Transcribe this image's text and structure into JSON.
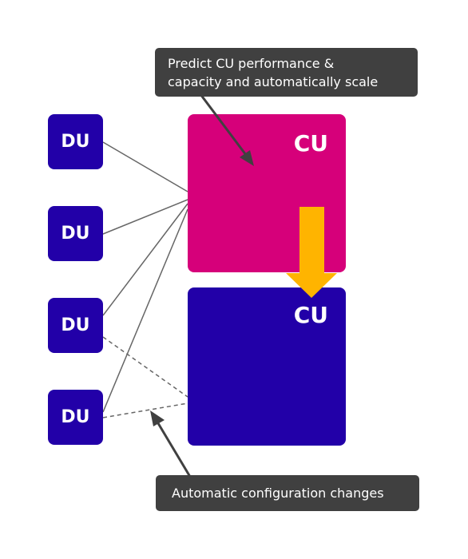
{
  "du_nodes": [
    {
      "label": "DU"
    },
    {
      "label": "DU"
    },
    {
      "label": "DU"
    },
    {
      "label": "DU"
    }
  ],
  "cu_top": {
    "label": "CU",
    "color": "#d6007a"
  },
  "cu_bottom": {
    "label": "CU",
    "color": "#2200a8"
  },
  "callouts": {
    "top": {
      "line1": "Predict CU performance &",
      "line2": "capacity and automatically scale"
    },
    "bottom": {
      "text": "Automatic configuration changes"
    }
  },
  "colors": {
    "du": "#2200a8",
    "scale_arrow": "#ffb400",
    "connector": "#666666",
    "callout_bg": "#404040"
  },
  "icons": [
    "scale-down-arrow-icon",
    "pointer-arrow-icon"
  ]
}
